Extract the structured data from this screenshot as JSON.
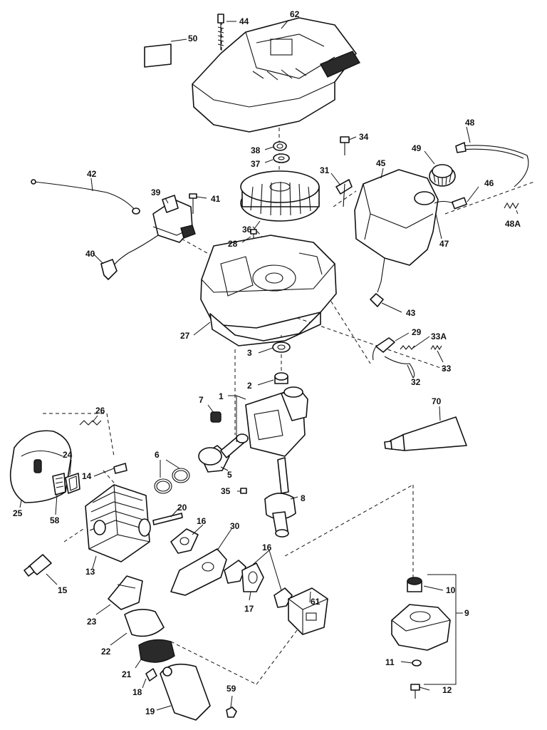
{
  "diagram": {
    "callouts": [
      {
        "id": "44",
        "label": "44"
      },
      {
        "id": "62",
        "label": "62"
      },
      {
        "id": "50",
        "label": "50"
      },
      {
        "id": "38",
        "label": "38"
      },
      {
        "id": "34",
        "label": "34"
      },
      {
        "id": "37",
        "label": "37"
      },
      {
        "id": "48",
        "label": "48"
      },
      {
        "id": "49",
        "label": "49"
      },
      {
        "id": "45",
        "label": "45"
      },
      {
        "id": "31",
        "label": "31"
      },
      {
        "id": "42",
        "label": "42"
      },
      {
        "id": "39",
        "label": "39"
      },
      {
        "id": "41",
        "label": "41"
      },
      {
        "id": "46",
        "label": "46"
      },
      {
        "id": "48A",
        "label": "48A"
      },
      {
        "id": "36",
        "label": "36"
      },
      {
        "id": "47",
        "label": "47"
      },
      {
        "id": "28",
        "label": "28"
      },
      {
        "id": "40",
        "label": "40"
      },
      {
        "id": "43",
        "label": "43"
      },
      {
        "id": "27",
        "label": "27"
      },
      {
        "id": "29",
        "label": "29"
      },
      {
        "id": "33A",
        "label": "33A"
      },
      {
        "id": "3",
        "label": "3"
      },
      {
        "id": "33",
        "label": "33"
      },
      {
        "id": "32",
        "label": "32"
      },
      {
        "id": "2",
        "label": "2"
      },
      {
        "id": "70",
        "label": "70"
      },
      {
        "id": "7",
        "label": "7"
      },
      {
        "id": "1",
        "label": "1"
      },
      {
        "id": "26",
        "label": "26"
      },
      {
        "id": "6",
        "label": "6"
      },
      {
        "id": "24",
        "label": "24"
      },
      {
        "id": "14",
        "label": "14"
      },
      {
        "id": "5",
        "label": "5"
      },
      {
        "id": "35",
        "label": "35"
      },
      {
        "id": "8",
        "label": "8"
      },
      {
        "id": "25",
        "label": "25"
      },
      {
        "id": "58",
        "label": "58"
      },
      {
        "id": "20",
        "label": "20"
      },
      {
        "id": "16a",
        "label": "16"
      },
      {
        "id": "30",
        "label": "30"
      },
      {
        "id": "16b",
        "label": "16"
      },
      {
        "id": "13",
        "label": "13"
      },
      {
        "id": "15",
        "label": "15"
      },
      {
        "id": "61",
        "label": "61"
      },
      {
        "id": "10",
        "label": "10"
      },
      {
        "id": "9",
        "label": "9"
      },
      {
        "id": "17",
        "label": "17"
      },
      {
        "id": "23",
        "label": "23"
      },
      {
        "id": "22",
        "label": "22"
      },
      {
        "id": "11",
        "label": "11"
      },
      {
        "id": "21",
        "label": "21"
      },
      {
        "id": "12",
        "label": "12"
      },
      {
        "id": "59",
        "label": "59"
      },
      {
        "id": "18",
        "label": "18"
      },
      {
        "id": "19",
        "label": "19"
      }
    ]
  }
}
